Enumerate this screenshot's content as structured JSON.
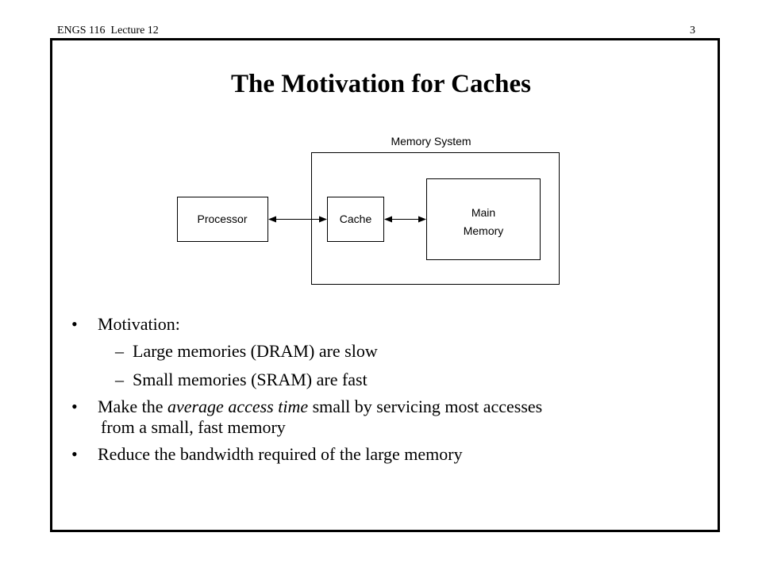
{
  "header": {
    "course": "ENGS 116  Lecture 12",
    "page_number": "3"
  },
  "title": "The Motivation for Caches",
  "diagram": {
    "memory_system_label": "Memory System",
    "processor_label": "Processor",
    "cache_label": "Cache",
    "main_memory_line1": "Main",
    "main_memory_line2": "Memory"
  },
  "bullets": {
    "b1": {
      "marker": "•",
      "text": "Motivation:"
    },
    "sub1": {
      "marker": "–",
      "text": "Large memories (DRAM) are slow"
    },
    "sub2": {
      "marker": "–",
      "text": "Small memories (SRAM) are fast"
    },
    "b2": {
      "marker": "•",
      "text_before": "Make the ",
      "text_italic": "average access time",
      "text_after": " small by servicing most accesses",
      "text_line2": "from a small, fast memory"
    },
    "b3": {
      "marker": "•",
      "text": "Reduce the bandwidth required of the large memory"
    }
  }
}
